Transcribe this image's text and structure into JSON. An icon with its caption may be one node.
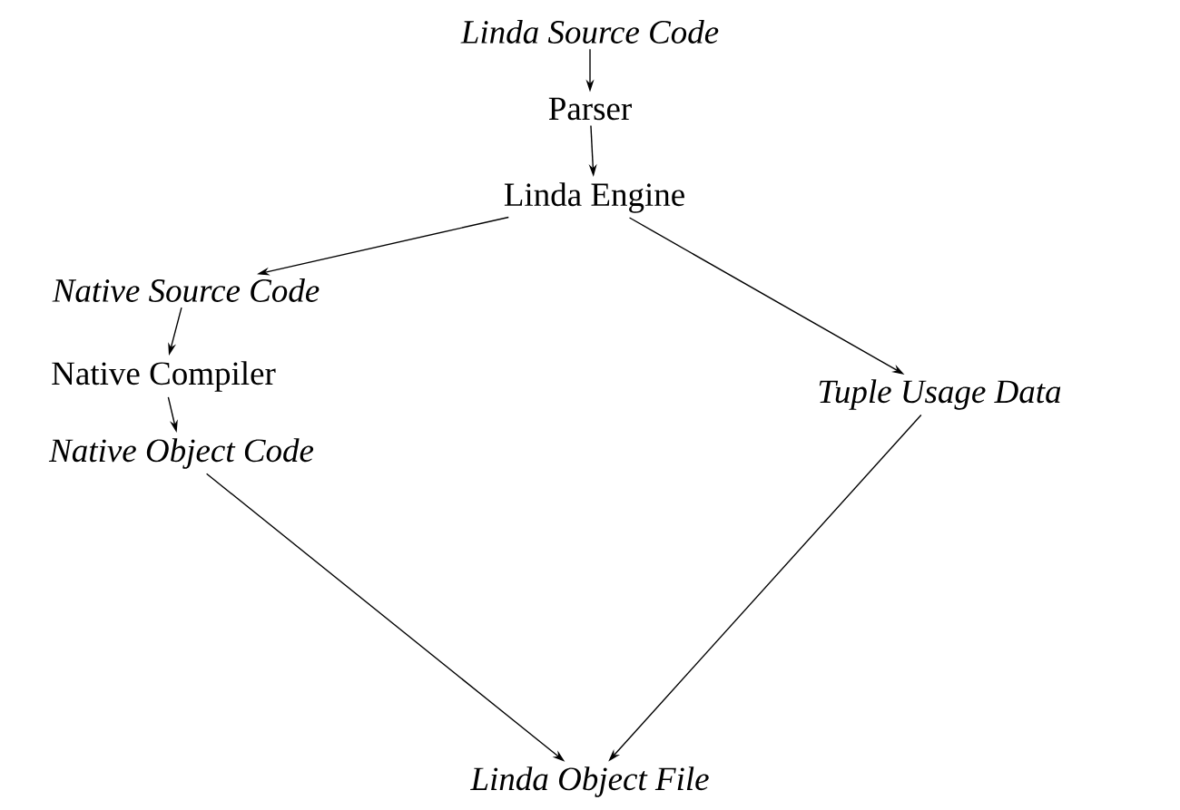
{
  "diagram": {
    "nodes": [
      {
        "text": [
          "Linda Source Code"
        ]
      },
      {
        "text": [
          "Parser"
        ]
      },
      {
        "text": [
          "Linda Engine"
        ]
      },
      {
        "text": [
          "Native Source Code"
        ]
      },
      {
        "text": [
          "Native Compiler"
        ]
      },
      {
        "text": [
          "Native Object Code"
        ]
      },
      {
        "text": [
          "Tuple Usage Data"
        ]
      },
      {
        "text": [
          "Linda Object File"
        ]
      }
    ],
    "edges": [
      {
        "from": 0,
        "to": 1,
        "arrow": "to"
      },
      {
        "from": 1,
        "to": 2,
        "arrow": "to"
      },
      {
        "from": 2,
        "to": 3,
        "arrow": "to"
      },
      {
        "from": 2,
        "to": 6,
        "arrow": "to"
      },
      {
        "from": 3,
        "to": 4,
        "arrow": "to"
      },
      {
        "from": 4,
        "to": 5,
        "arrow": "to"
      },
      {
        "from": 5,
        "to": 7,
        "arrow": "to"
      },
      {
        "from": 6,
        "to": 7,
        "arrow": "to"
      }
    ]
  }
}
